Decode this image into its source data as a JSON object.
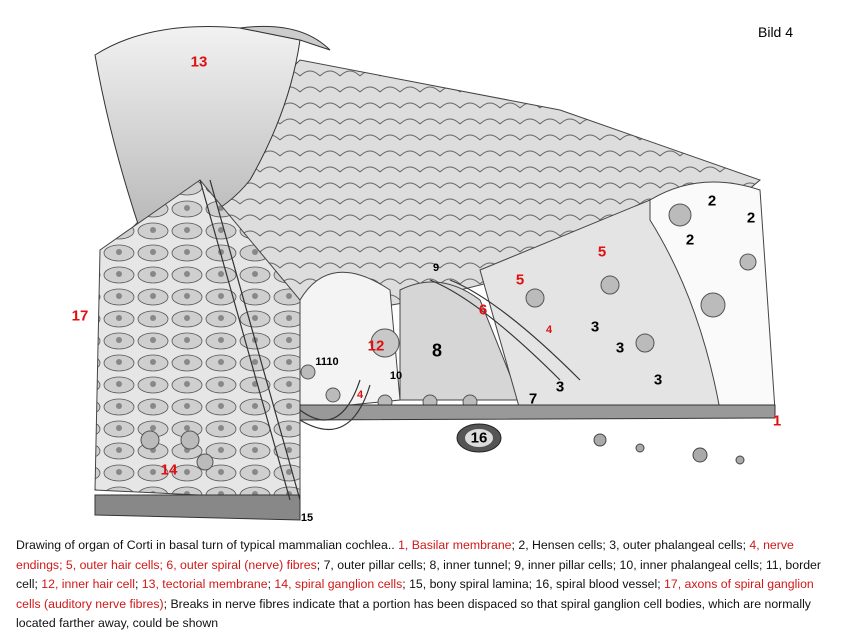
{
  "figure_title": "Bild 4",
  "labels": {
    "l13": "13",
    "l2a": "2",
    "l2b": "2",
    "l2c": "2",
    "l5a": "5",
    "l5b": "5",
    "l9": "9",
    "l6": "6",
    "l4a": "4",
    "l4b": "4",
    "l3a": "3",
    "l3b": "3",
    "l3c": "3",
    "l3d": "3",
    "l17": "17",
    "l12": "12",
    "l8": "8",
    "l1110": "1110",
    "l10": "10",
    "l7": "7",
    "l1": "1",
    "l16": "16",
    "l14": "14",
    "l15": "15"
  },
  "caption": {
    "p0": "Drawing of organ of Corti in basal turn of typical mammalian cochlea.. ",
    "p1": "1, Basilar membrane",
    "p2": "; 2, Hensen cells; 3, outer phalangeal cells; ",
    "p3": "4, nerve endings; 5, outer hair cells; 6, outer spiral (nerve) fibres",
    "p4": "; 7, outer pillar cells; 8, inner tunnel; 9, inner pillar cells; 10, inner phalangeal cells; 11, border cell; ",
    "p5": "12, inner hair cell",
    "p6": "; ",
    "p7": "13, tectorial membrane",
    "p8": "; ",
    "p9": "14, spiral ganglion cells",
    "p10": "; 15, bony spiral lamina; 16, spiral blood vessel; ",
    "p11": "17, axons of spiral ganglion cells (auditory nerve fibres)",
    "p12": "; Breaks in nerve fibres indicate that a portion has been dispaced so that spiral ganglion cell bodies, which are normally located farther away, could be shown"
  },
  "colors": {
    "highlight": "#e01010",
    "ink": "#333333"
  }
}
